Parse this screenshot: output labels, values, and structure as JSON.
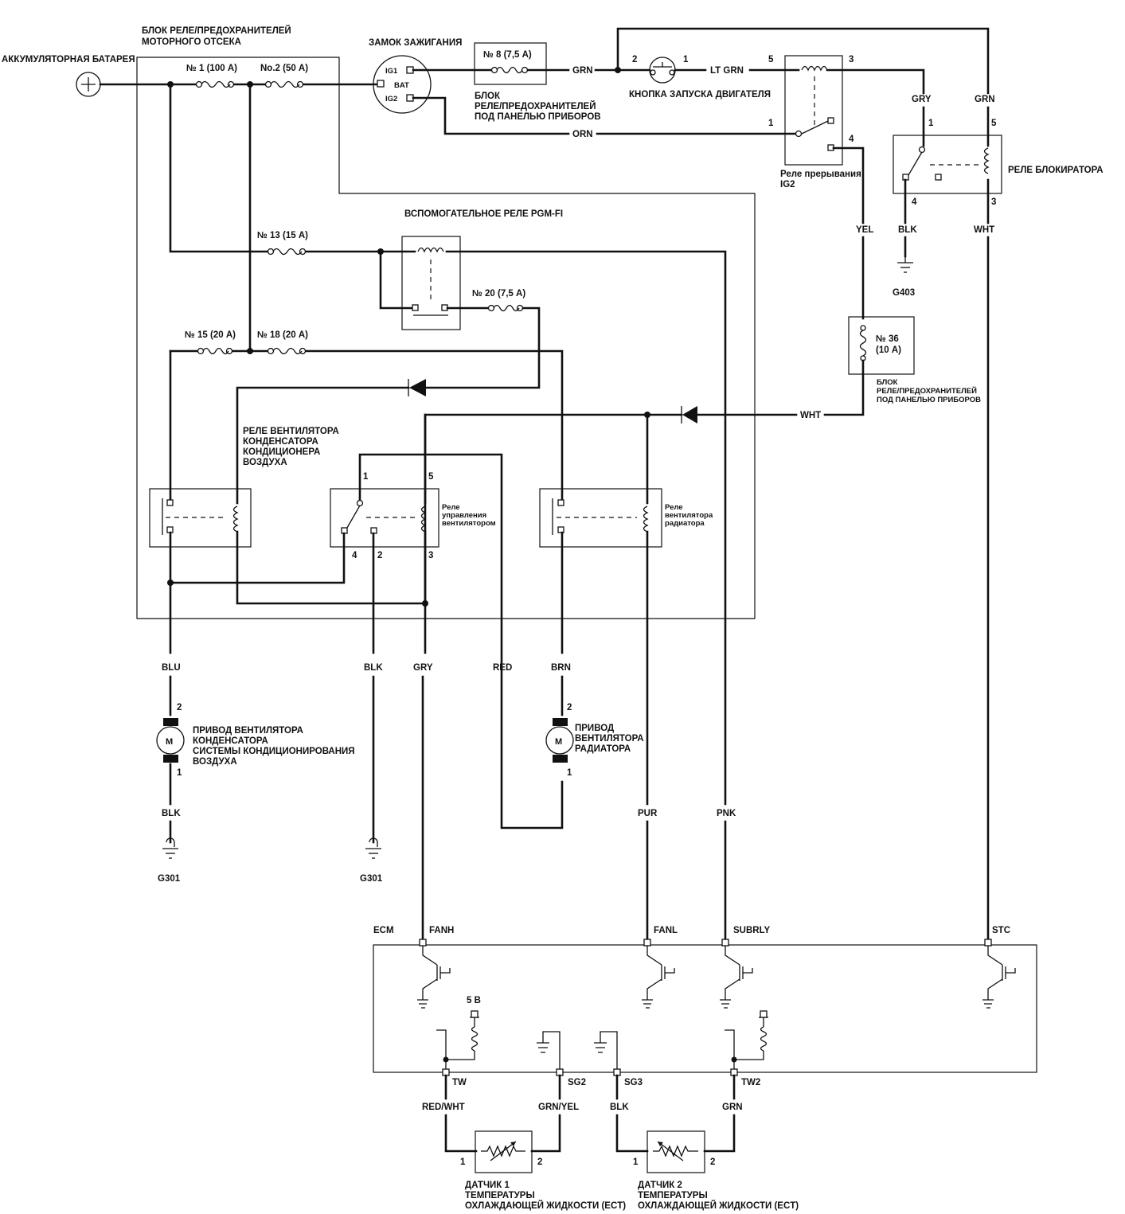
{
  "labels": {
    "battery": "АККУМУЛЯТОРНАЯ БАТАРЕЯ",
    "engine_box_1": "БЛОК РЕЛЕ/ПРЕДОХРАНИТЕЛЕЙ",
    "engine_box_2": "МОТОРНОГО ОТСЕКА",
    "ign_switch": "ЗАМОК ЗАЖИГАНИЯ",
    "ig1": "IG1",
    "bat": "BAT",
    "ig2": "IG2",
    "fuse1": "№ 1 (100 А)",
    "fuse2": "No.2 (50 А)",
    "fuse8": "№ 8 (7,5 А)",
    "fuse13": "№ 13 (15 А)",
    "fuse20": "№ 20 (7,5 А)",
    "fuse15": "№ 15 (20 А)",
    "fuse18": "№ 18 (20 А)",
    "fuse36_1": "№ 36",
    "fuse36_2": "(10 А)",
    "dash_box_1": "БЛОК",
    "dash_box_2": "РЕЛЕ/ПРЕДОХРАНИТЕЛЕЙ",
    "dash_box_3": "ПОД ПАНЕЛЬЮ ПРИБОРОВ",
    "dash_box_b1": "БЛОК",
    "dash_box_b2": "РЕЛЕ/ПРЕДОХРАНИТЕЛЕЙ",
    "dash_box_b3": "ПОД ПАНЕЛЬЮ ПРИБОРОВ",
    "start_button": "КНОПКА ЗАПУСКА ДВИГАТЕЛЯ",
    "ig2_relay_1": "Реле прерывания",
    "ig2_relay_2": "IG2",
    "lock_relay": "РЕЛЕ БЛОКИРАТОРА",
    "pgm_relay": "ВСПОМОГАТЕЛЬНОЕ РЕЛЕ PGM-FI",
    "ac_relay_1": "РЕЛЕ ВЕНТИЛЯТОРА",
    "ac_relay_2": "КОНДЕНСАТОРА",
    "ac_relay_3": "КОНДИЦИОНЕРА",
    "ac_relay_4": "ВОЗДУХА",
    "ctrl_relay_1": "Реле",
    "ctrl_relay_2": "управления",
    "ctrl_relay_3": "вентилятором",
    "rad_relay_1": "Реле",
    "rad_relay_2": "вентилятора",
    "rad_relay_3": "радиатора",
    "ac_motor_1": "ПРИВОД ВЕНТИЛЯТОРА",
    "ac_motor_2": "КОНДЕНСАТОРА",
    "ac_motor_3": "СИСТЕМЫ КОНДИЦИОНИРОВАНИЯ",
    "ac_motor_4": "ВОЗДУХА",
    "rad_motor_1": "ПРИВОД",
    "rad_motor_2": "ВЕНТИЛЯТОРА",
    "rad_motor_3": "РАДИАТОРА",
    "motor_letter": "M",
    "ecm": "ECM",
    "fanh": "FANH",
    "fanl": "FANL",
    "subrly": "SUBRLY",
    "stc": "STC",
    "v5": "5 В",
    "tw": "TW",
    "sg2": "SG2",
    "sg3": "SG3",
    "tw2": "TW2",
    "ect1_1": "ДАТЧИК 1",
    "ect1_2": "ТЕМПЕРАТУРЫ",
    "ect1_3": "ОХЛАЖДАЮЩЕЙ ЖИДКОСТИ (ECT)",
    "ect2_1": "ДАТЧИК 2",
    "ect2_2": "ТЕМПЕРАТУРЫ",
    "ect2_3": "ОХЛАЖДАЮЩЕЙ ЖИДКОСТИ (ECT)",
    "g403": "G403",
    "g301a": "G301",
    "g301b": "G301"
  },
  "wires": {
    "grn_top": "GRN",
    "lt_grn": "LT GRN",
    "orn": "ORN",
    "gry_right": "GRY",
    "grn_right": "GRN",
    "yel": "YEL",
    "blk_g403": "BLK",
    "wht_right": "WHT",
    "wht_diode": "WHT",
    "blu": "BLU",
    "blk_ctrl": "BLK",
    "gry_fanh": "GRY",
    "red": "RED",
    "brn": "BRN",
    "blk_acmotor": "BLK",
    "pur": "PUR",
    "pnk": "PNK",
    "red_wht": "RED/WHT",
    "grn_yel": "GRN/YEL",
    "blk_sg3": "BLK",
    "grn_tw2": "GRN"
  },
  "pins": {
    "start_2": "2",
    "start_1": "1",
    "ig2r_5": "5",
    "ig2r_3": "3",
    "ig2r_1": "1",
    "ig2r_4": "4",
    "lock_1": "1",
    "lock_5": "5",
    "lock_4": "4",
    "lock_3": "3",
    "ctrl_1": "1",
    "ctrl_5": "5",
    "ctrl_4": "4",
    "ctrl_2": "2",
    "ctrl_3": "3",
    "acm_2": "2",
    "acm_1": "1",
    "radm_2": "2",
    "radm_1": "1",
    "ect1_1": "1",
    "ect1_2": "2",
    "ect2_1": "1",
    "ect2_2": "2"
  }
}
